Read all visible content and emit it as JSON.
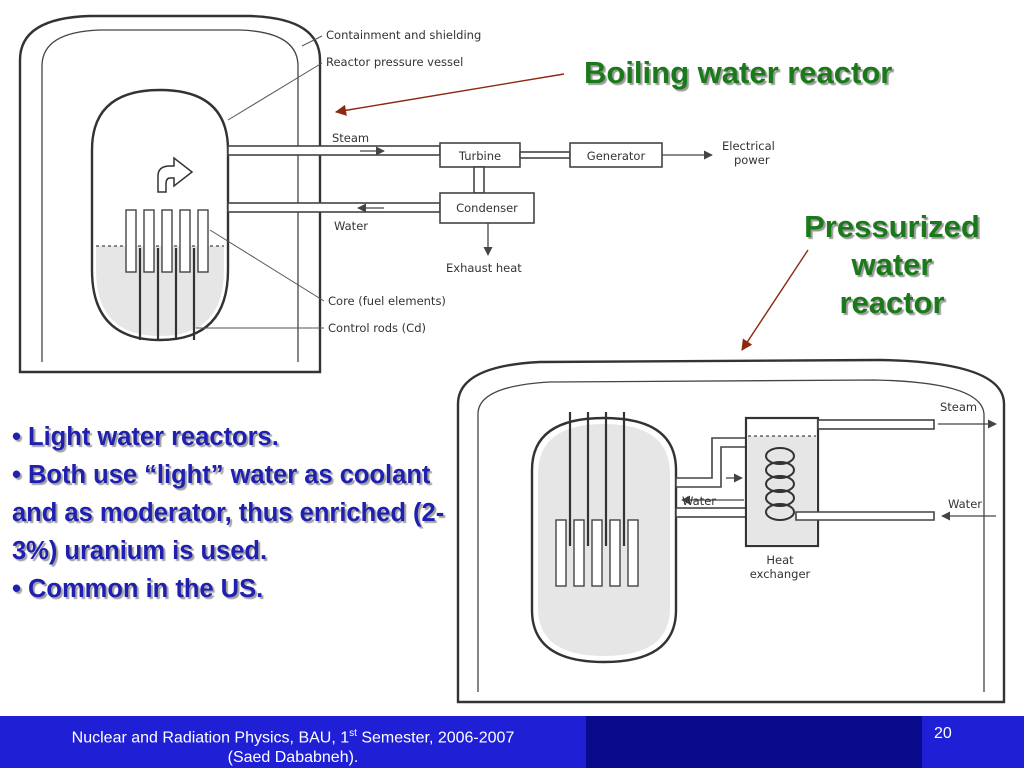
{
  "bwr": {
    "title": "Boiling water reactor",
    "labels": {
      "containment": "Containment and shielding",
      "vessel": "Reactor pressure vessel",
      "steam": "Steam",
      "water": "Water",
      "turbine": "Turbine",
      "generator": "Generator",
      "electrical_1": "Electrical",
      "electrical_2": "power",
      "condenser": "Condenser",
      "exhaust": "Exhaust heat",
      "core": "Core (fuel elements)",
      "rods": "Control rods (Cd)"
    }
  },
  "pwr": {
    "title_lines": [
      "Pressurized",
      "water",
      "reactor"
    ],
    "labels": {
      "steam": "Steam",
      "water_in": "Water",
      "water_loop": "Water",
      "heat_1": "Heat",
      "heat_2": "exchanger"
    }
  },
  "bullets": [
    "• Light water reactors.",
    "• Both use “light” water as coolant and as moderator, thus enriched (2-3%) uranium is used.",
    "• Common in the US."
  ],
  "footer": {
    "line1_prefix": "Nuclear and Radiation Physics, BAU, 1",
    "line1_sup": "st",
    "line1_suffix": " Semester, 2006-2007",
    "line2": "(Saed Dababneh).",
    "page_number": "20"
  },
  "colors": {
    "heading_green": "#1a7a1a",
    "bullet_blue": "#1f1fb0",
    "footer_blue": "#1f1fd6",
    "pointer_arrow": "#8b2a10"
  }
}
